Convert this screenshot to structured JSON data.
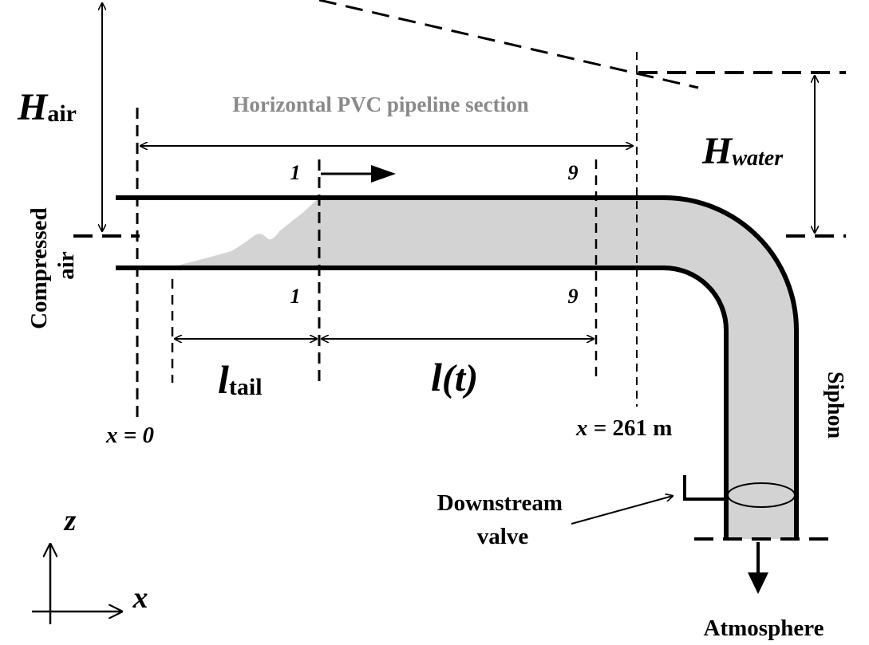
{
  "title": "Horizontal PVC pipeline section",
  "labels": {
    "h_air_main": "H",
    "h_air_sub": "air",
    "h_water_main": "H",
    "h_water_sub": "water",
    "compressed_air_line1": "Compressed",
    "compressed_air_line2": "air",
    "siphon": "Siphon",
    "x_zero": "x = 0",
    "x_end_var": "x",
    "x_end_value": " = 261 m",
    "section_top_left": "1",
    "section_top_right": "9",
    "section_bottom_left": "1",
    "section_bottom_right": "9",
    "l_tail_main": "l",
    "l_tail_sub": "tail",
    "l_t_main": "l",
    "l_t_paren": "(t)",
    "downstream_valve_line1": "Downstream",
    "downstream_valve_line2": "valve",
    "atmosphere": "Atmosphere",
    "axis_z": "z",
    "axis_x": "x"
  },
  "colors": {
    "water": "#d3d3d3",
    "line": "#000000",
    "title_gray": "#8a8a8a"
  }
}
